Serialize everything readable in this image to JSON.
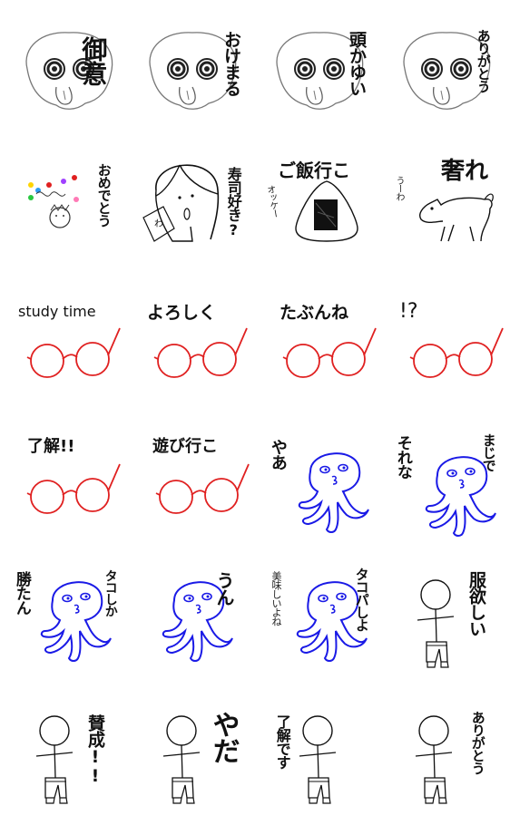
{
  "stickers": [
    {
      "id": "s1",
      "text": "御意"
    },
    {
      "id": "s2",
      "text": "おけまる"
    },
    {
      "id": "s3",
      "text": "頭かゆい"
    },
    {
      "id": "s4",
      "text": "ありがとう"
    },
    {
      "id": "s5",
      "text": "おめでとう"
    },
    {
      "id": "s6",
      "text": "寿司好き?"
    },
    {
      "id": "s7",
      "text": "ご飯行こ",
      "hand": "オッケー"
    },
    {
      "id": "s8",
      "text": "奢れ",
      "hand": "うーわ"
    },
    {
      "id": "s9",
      "text": "study time"
    },
    {
      "id": "s10",
      "text": "よろしく"
    },
    {
      "id": "s11",
      "text": "たぶんね"
    },
    {
      "id": "s12",
      "text": "!?"
    },
    {
      "id": "s13",
      "text": "了解!!"
    },
    {
      "id": "s14",
      "text": "遊び行こ"
    },
    {
      "id": "s15",
      "text": "やあ"
    },
    {
      "id": "s16",
      "text_a": "まじで",
      "text_b": "それな"
    },
    {
      "id": "s17",
      "text_a": "タコしか",
      "text_b": "勝たん"
    },
    {
      "id": "s18",
      "text": "うん"
    },
    {
      "id": "s19",
      "text": "タコパしよ",
      "hand": "美味しいよね"
    },
    {
      "id": "s20",
      "text": "服欲しい"
    },
    {
      "id": "s21",
      "text": "賛成!!"
    },
    {
      "id": "s22",
      "text": "やだ"
    },
    {
      "id": "s23",
      "text": "了解です"
    },
    {
      "id": "s24",
      "text": "ありがとう"
    }
  ],
  "colors": {
    "ink": "#111111",
    "glasses": "#e02020",
    "octopus": "#1a1ae6",
    "pencil": "#444444"
  }
}
